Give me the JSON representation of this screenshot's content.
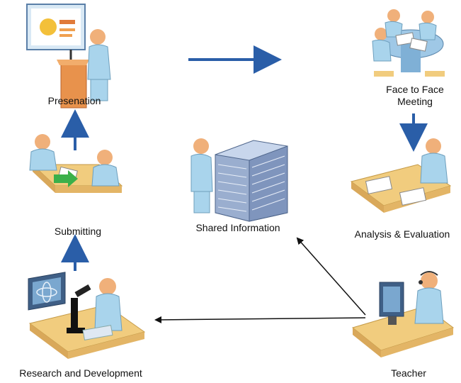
{
  "labels": {
    "presentation": "Presenation",
    "face_to_face": "Face to Face\nMeeting",
    "submitting": "Submitting",
    "shared_information": "Shared Information",
    "analysis": "Analysis & Evaluation",
    "research": "Research and Development",
    "teacher": "Teacher"
  },
  "colors": {
    "skin": "#f0b07a",
    "shirt": "#a9d4ec",
    "desk": "#f1cc7e",
    "flow_arrow": "#2a5ea8",
    "connector": "#111111",
    "server": "#9aaecf",
    "green_arrow": "#3bb04a"
  }
}
